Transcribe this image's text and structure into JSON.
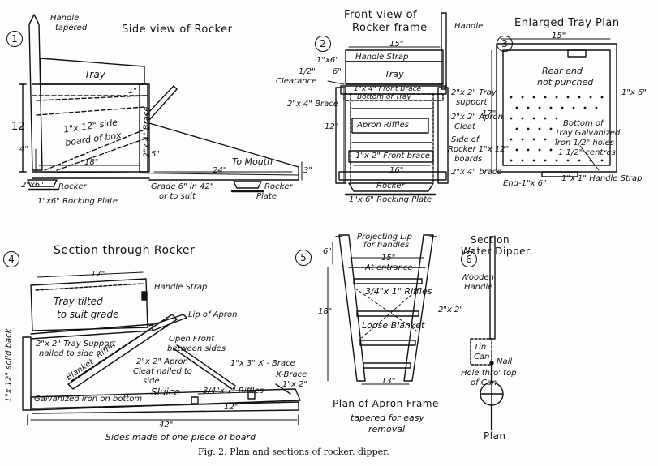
{
  "caption": "Fig. 2. Plan and sections of rocker, dipper,",
  "fig1": {
    "number": "1",
    "title": "Side view of Rocker",
    "labels": {
      "handle": "Handle",
      "tapered": "tapered",
      "tray": "Tray",
      "one_in": "1\"",
      "twelve": "12",
      "four": "4\"",
      "side_board_1": "1\"x 12\" side",
      "side_board_2": "board of box",
      "brace": "2\"x 4\" Brace",
      "five": "5\"",
      "eighteen": "18\"",
      "twenty_four": "24\"",
      "three": "3\"",
      "to_mouth": "To Mouth",
      "two_by_six": "2\"x6\"",
      "rocker": "Rocker",
      "rocker2": "Rocker",
      "plate": "Plate",
      "rocking_plate": "1\"x6\" Rocking Plate",
      "grade_1": "Grade 6\" in 42\"",
      "grade_2": "or to suit"
    }
  },
  "fig2": {
    "number": "2",
    "title_1": "Front view of",
    "title_2": "Rocker frame",
    "labels": {
      "handle": "Handle",
      "fifteen": "15\"",
      "one_by_six": "1\"x6\"",
      "six": "6\"",
      "handle_strap": "Handle Strap",
      "tray": "Tray",
      "half": "1/2\"",
      "clearance": "Clearance",
      "front_brace": "1\"x 4\" Front Brace",
      "bottom_of_tray": "Bottom of Tray",
      "tray_support_1": "2\"x 2\" Tray",
      "tray_support_2": "support",
      "brace": "2\"x 4\" Brace",
      "twelve": "12\"",
      "apron_riffles": "Apron Riffles",
      "apron_cleat_1": "2\"x 2\" Apron",
      "apron_cleat_2": "Cleat",
      "side_1": "Side of",
      "side_2": "Rocker 1\"x 12\"",
      "side_3": "boards",
      "front_brace2": "1\"x 2\" Front brace",
      "sixteen": "16\"",
      "brace_bottom": "2\"x 4\" brace",
      "rocker": "Rocker",
      "rocking_plate": "1\"x 6\" Rocking Plate"
    }
  },
  "fig3": {
    "number": "3",
    "title": "Enlarged Tray Plan",
    "labels": {
      "fifteen": "15\"",
      "rear_1": "Rear end",
      "rear_2": "not punched",
      "seventeen": "17\"",
      "one_by_six_r": "1\"x 6\"",
      "bottom_1": "Bottom of",
      "bottom_2": "Tray Galvanized",
      "bottom_3": "iron 1/2\" holes",
      "bottom_4": "1 1/2\" centres",
      "end": "End-1\"x 6\"",
      "handle_strap": "1\"x 1\" Handle Strap"
    }
  },
  "fig4": {
    "number": "4",
    "title": "Section through Rocker",
    "labels": {
      "seventeen": "17\"",
      "handle_strap": "Handle Strap",
      "tray_1": "Tray tilted",
      "tray_2": "to suit grade",
      "lip": "Lip of Apron",
      "tray_support_1": "2\"x 2\" Tray Support",
      "tray_support_2": "nailed to side",
      "open_front_1": "Open Front",
      "open_front_2": "between sides",
      "blanket": "Blanket",
      "riffle": "Riffle",
      "cleat_1": "2\"x 2\" Apron",
      "cleat_2": "Cleat nailed to",
      "cleat_3": "side",
      "x_brace": "1\"x 3\" X - Brace",
      "solid_back": "1\"x 12\" solid back",
      "x_brace2_1": "X-Brace",
      "x_brace2_2": "1\"x 2\"",
      "sluice": "Sluice",
      "galv": "Galvanized iron on bottom",
      "riffles": "3/4\"x 1\" Riffles",
      "twelve": "12\"",
      "forty_two": "42\"",
      "sides_note": "Sides made of one piece of board"
    }
  },
  "fig5": {
    "number": "5",
    "labels": {
      "lip_1": "Projecting Lip",
      "lip_2": "for handles",
      "six": "6\"",
      "fifteen": "15\"",
      "entrance": "At entrance",
      "eighteen": "18\"",
      "riffles": "3/4\"x 1\" Riffles",
      "two_by_two": "2\"x 2\"",
      "blanket": "Loose Blanket",
      "thirteen": "13\"",
      "plan_title": "Plan of Apron Frame",
      "plan_sub_1": "tapered for easy",
      "plan_sub_2": "removal"
    }
  },
  "fig6": {
    "number": "6",
    "title_1": "Section",
    "title_2": "Water Dipper",
    "labels": {
      "wooden": "Wooden",
      "handle": "Handle",
      "tin": "Tin",
      "can": "Can",
      "nail": "Nail",
      "hole_1": "Hole thro' top",
      "hole_2": "of Can",
      "plan": "Plan"
    }
  }
}
